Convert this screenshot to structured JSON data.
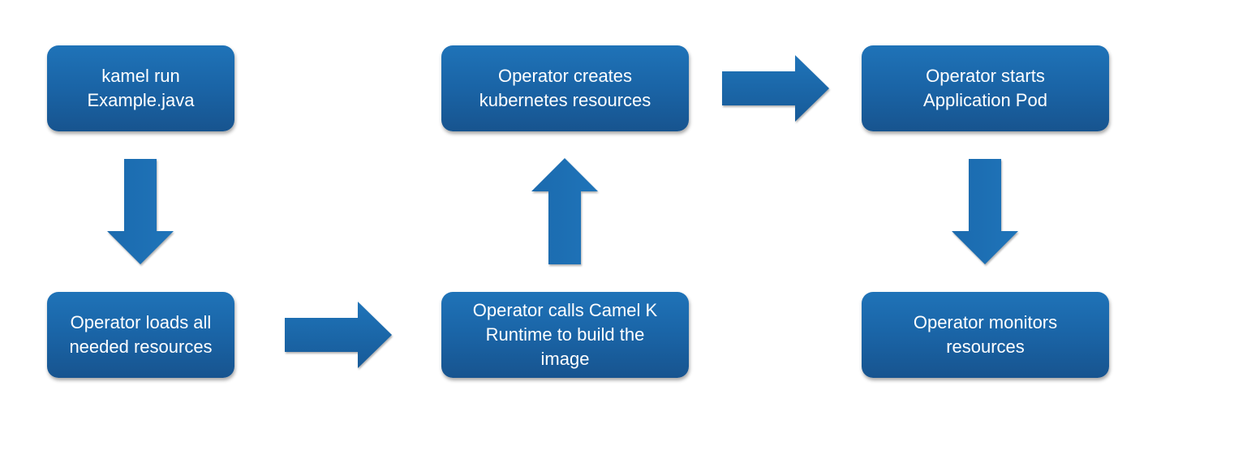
{
  "diagram": {
    "steps": [
      {
        "id": "kamel-run",
        "text": "kamel run\nExample.java"
      },
      {
        "id": "load-resources",
        "text": "Operator loads all\nneeded resources"
      },
      {
        "id": "build-image",
        "text": "Operator calls Camel K\nRuntime to build the\nimage"
      },
      {
        "id": "create-resources",
        "text": "Operator creates\nkubernetes resources"
      },
      {
        "id": "start-pod",
        "text": "Operator starts\nApplication Pod"
      },
      {
        "id": "monitor",
        "text": "Operator monitors\nresources"
      }
    ],
    "flow": [
      {
        "from": "kamel-run",
        "to": "load-resources",
        "direction": "down"
      },
      {
        "from": "load-resources",
        "to": "build-image",
        "direction": "right"
      },
      {
        "from": "build-image",
        "to": "create-resources",
        "direction": "up"
      },
      {
        "from": "create-resources",
        "to": "start-pod",
        "direction": "right"
      },
      {
        "from": "start-pod",
        "to": "monitor",
        "direction": "down"
      }
    ],
    "colors": {
      "box": "#1a64a6",
      "arrow": "#1a64a6",
      "text": "#ffffff"
    }
  }
}
